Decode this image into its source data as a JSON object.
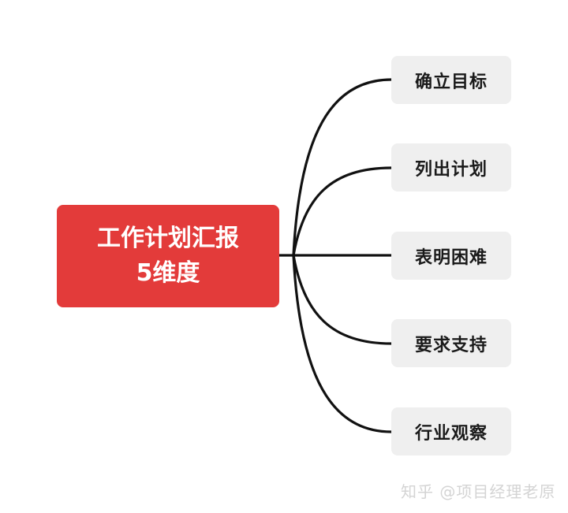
{
  "diagram": {
    "type": "mind-map",
    "root": {
      "line1": "工作计划汇报",
      "line2": "5维度",
      "color": "#e33b3a",
      "text_color": "#ffffff"
    },
    "branches": [
      {
        "label": "确立目标"
      },
      {
        "label": "列出计划"
      },
      {
        "label": "表明困难"
      },
      {
        "label": "要求支持"
      },
      {
        "label": "行业观察"
      }
    ],
    "branch_box_color": "#efefef",
    "connector_color": "#111111"
  },
  "watermark": {
    "text": "知乎 @项目经理老原"
  }
}
